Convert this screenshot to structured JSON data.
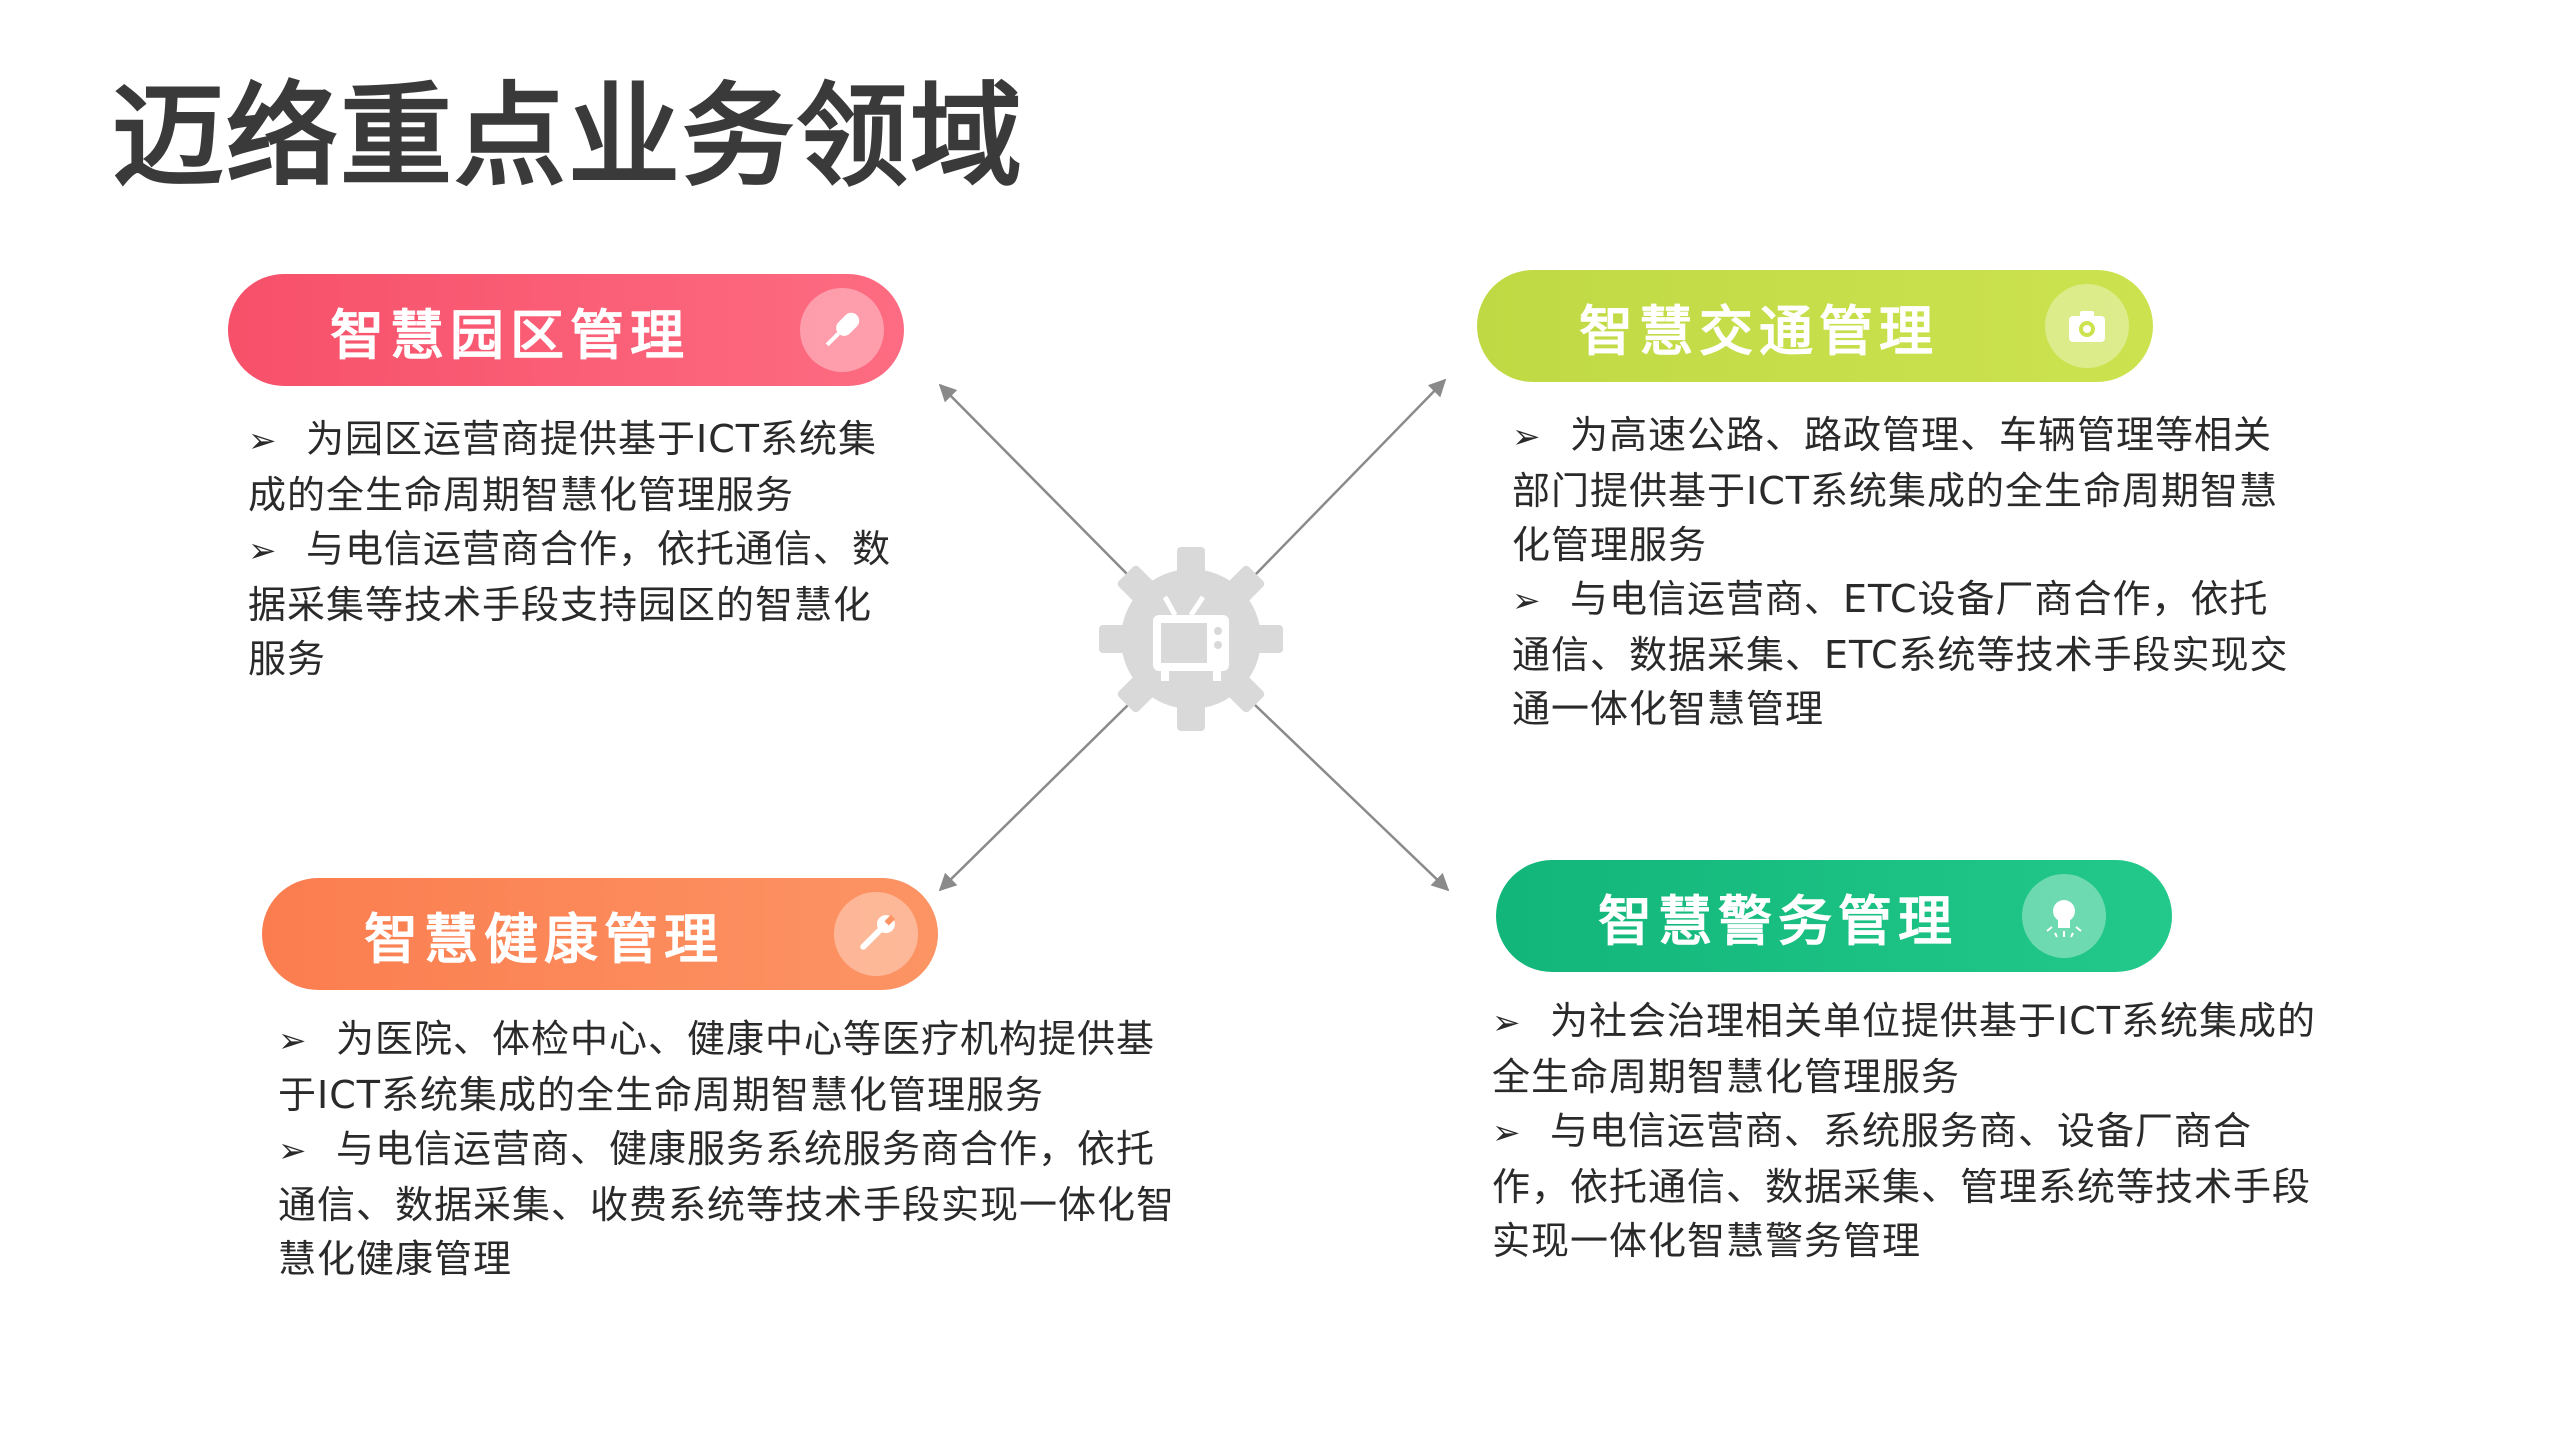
{
  "slide": {
    "title": "迈络重点业务领域",
    "bullet_marker": "➢",
    "hub_icon": "tv-icon",
    "connector_color": "#8a8a8a",
    "hub_color": "#d9d9d9",
    "cards": [
      {
        "id": "park",
        "title": "智慧园区管理",
        "icon": "microphone-icon",
        "color_from": "#f7506a",
        "color_to": "#fd6c82",
        "bullets": [
          "为园区运营商提供基于ICT系统集成的全生命周期智慧化管理服务",
          "与电信运营商合作，依托通信、数据采集等技术手段支持园区的智慧化服务"
        ]
      },
      {
        "id": "traffic",
        "title": "智慧交通管理",
        "icon": "camera-icon",
        "color_from": "#bfd944",
        "color_to": "#cce34f",
        "bullets": [
          "为高速公路、路政管理、车辆管理等相关部门提供基于ICT系统集成的全生命周期智慧化管理服务",
          "与电信运营商、ETC设备厂商合作，依托通信、数据采集、ETC系统等技术手段实现交通一体化智慧管理"
        ]
      },
      {
        "id": "health",
        "title": "智慧健康管理",
        "icon": "wrench-icon",
        "color_from": "#fb7d4f",
        "color_to": "#fc9464",
        "bullets": [
          "为医院、体检中心、健康中心等医疗机构提供基于ICT系统集成的全生命周期智慧化管理服务",
          "与电信运营商、健康服务系统服务商合作，依托通信、数据采集、收费系统等技术手段实现一体化智慧化健康管理"
        ]
      },
      {
        "id": "police",
        "title": "智慧警务管理",
        "icon": "lightbulb-icon",
        "color_from": "#12b57a",
        "color_to": "#22c98a",
        "bullets": [
          "为社会治理相关单位提供基于ICT系统集成的全生命周期智慧化管理服务",
          "与电信运营商、系统服务商、设备厂商合作，依托通信、数据采集、管理系统等技术手段实现一体化智慧警务管理"
        ]
      }
    ]
  }
}
